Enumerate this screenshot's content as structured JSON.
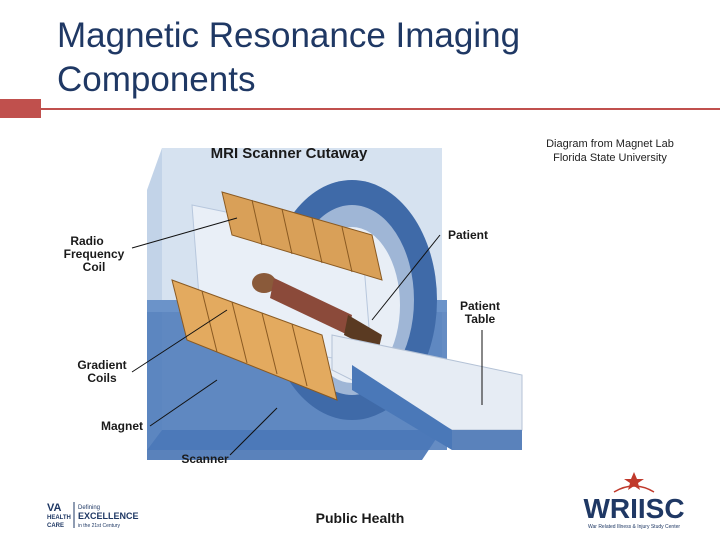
{
  "slide": {
    "title_line1": "Magnetic Resonance Imaging",
    "title_line2": "Components",
    "credit_line1": "Diagram from Magnet Lab",
    "credit_line2": "Florida State University",
    "footer": "Public Health"
  },
  "diagram": {
    "heading": "MRI Scanner Cutaway",
    "labels": {
      "rf_coil_1": "Radio",
      "rf_coil_2": "Frequency",
      "rf_coil_3": "Coil",
      "patient": "Patient",
      "patient_table_1": "Patient",
      "patient_table_2": "Table",
      "gradient_1": "Gradient",
      "gradient_2": "Coils",
      "magnet": "Magnet",
      "scanner": "Scanner"
    }
  },
  "logos": {
    "va_1": "VA",
    "va_2": "HEALTH",
    "va_3": "CARE",
    "va_4": "Defining",
    "va_5": "EXCELLENCE",
    "va_6": "in the 21st Century",
    "wriisc": "WRIISC",
    "wriisc_sub": "War Related Illness & Injury Study Center"
  },
  "colors": {
    "title": "#1f3864",
    "accent": "#c0504d",
    "scanner_blue": "#4a78b8",
    "coil_orange": "#d9a058"
  }
}
